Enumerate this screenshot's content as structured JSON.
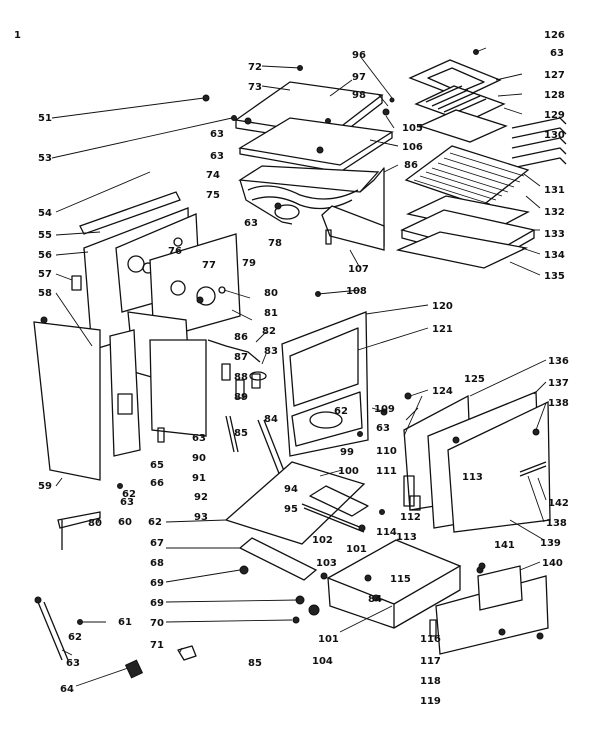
{
  "corner_mark": "1",
  "part_numbers": {
    "p51": "51",
    "p53": "53",
    "p54": "54",
    "p55": "55",
    "p56": "56",
    "p57": "57",
    "p58": "58",
    "p59": "59",
    "p60": "60",
    "p61": "61",
    "p62a": "62",
    "p62b": "62",
    "p62c": "62",
    "p62d": "62",
    "p63a": "63",
    "p63b": "63",
    "p63c": "63",
    "p63d": "63",
    "p63e": "63",
    "p63f": "63",
    "p63g": "63",
    "p64": "64",
    "p65": "65",
    "p66": "66",
    "p67": "67",
    "p68": "68",
    "p69a": "69",
    "p69b": "69",
    "p70": "70",
    "p71": "71",
    "p72": "72",
    "p73": "73",
    "p74": "74",
    "p75": "75",
    "p76": "76",
    "p77": "77",
    "p78": "78",
    "p79": "79",
    "p80a": "80",
    "p80b": "80",
    "p81": "81",
    "p82": "82",
    "p83": "83",
    "p84a": "84",
    "p84b": "84",
    "p85a": "85",
    "p85b": "85",
    "p86a": "86",
    "p86b": "86",
    "p87": "87",
    "p88": "88",
    "p89": "89",
    "p90": "90",
    "p91": "91",
    "p92": "92",
    "p93": "93",
    "p94": "94",
    "p95": "95",
    "p96": "96",
    "p97": "97",
    "p98": "98",
    "p99": "99",
    "p100": "100",
    "p101a": "101",
    "p101b": "101",
    "p102": "102",
    "p103": "103",
    "p104": "104",
    "p105": "105",
    "p106": "106",
    "p107": "107",
    "p108": "108",
    "p109": "109",
    "p110": "110",
    "p111": "111",
    "p112": "112",
    "p113a": "113",
    "p113b": "113",
    "p114": "114",
    "p115": "115",
    "p116": "116",
    "p117": "117",
    "p118": "118",
    "p119": "119",
    "p120": "120",
    "p121": "121",
    "p124": "124",
    "p125": "125",
    "p126": "126",
    "p127": "127",
    "p128": "128",
    "p129": "129",
    "p130": "130",
    "p131": "131",
    "p132": "132",
    "p133": "133",
    "p134": "134",
    "p135": "135",
    "p136": "136",
    "p137": "137",
    "p138a": "138",
    "p138b": "138",
    "p139": "139",
    "p140": "140",
    "p141": "141",
    "p142": "142"
  }
}
